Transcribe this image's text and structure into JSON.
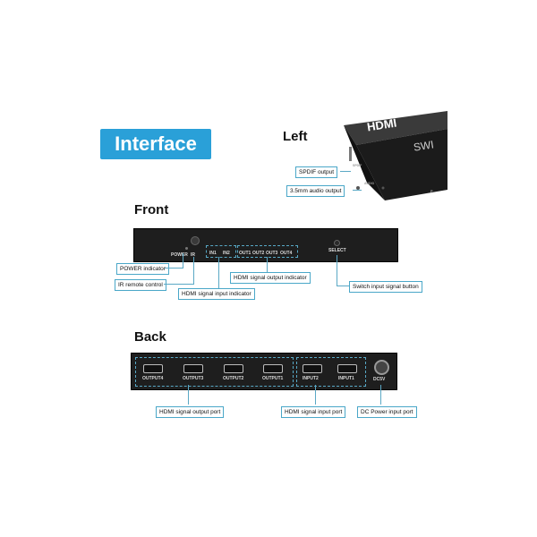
{
  "header": {
    "badge": "Interface",
    "left": "Left",
    "front": "Front",
    "back": "Back"
  },
  "left_labels": {
    "spdif": "SPDIF output",
    "audio": "3.5mm audio output",
    "logo": "HDMI",
    "sw": "SWI",
    "spdif_small": "SPDIF",
    "audio_small": "AUDIO",
    "p_small": "P"
  },
  "front": {
    "panel": {
      "power": "POWER",
      "ir": "IR",
      "in1": "IN1",
      "in2": "IN2",
      "out1": "OUT1",
      "out2": "OUT2",
      "out3": "OUT3",
      "out4": "OUT4",
      "select": "SELECT"
    },
    "callouts": {
      "power": "POWER  indicator",
      "ir": "IR remote control",
      "input": "HDMI signal input indicator",
      "output": "HDMI signal output indicator",
      "switch": "Switch input signal button"
    }
  },
  "back": {
    "panel": {
      "output4": "OUTPUT4",
      "output3": "OUTPUT3",
      "output2": "OUTPUT2",
      "output1": "OUTPUT1",
      "input2": "INPUT2",
      "input1": "INPUT1",
      "dc": "DC5V"
    },
    "callouts": {
      "output": "HDMI signal output port",
      "input": "HDMI signal input port",
      "dc": "DC Power input port"
    }
  }
}
